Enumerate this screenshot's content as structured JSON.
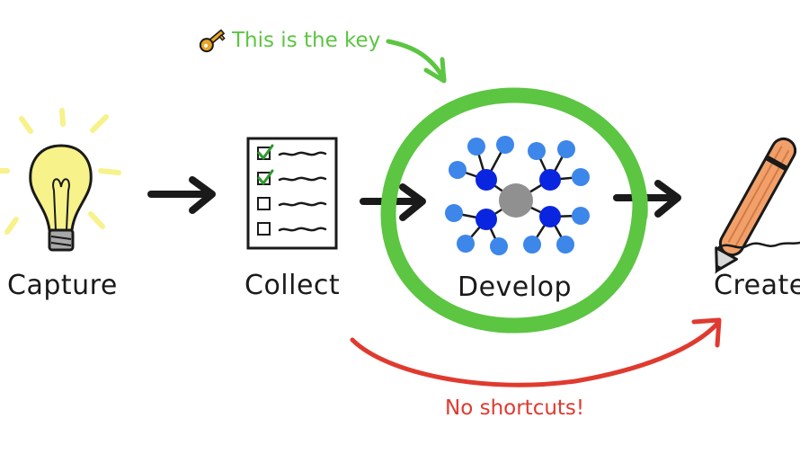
{
  "steps": [
    {
      "label": "Capture",
      "icon": "lightbulb-icon"
    },
    {
      "label": "Collect",
      "icon": "checklist-icon"
    },
    {
      "label": "Develop",
      "icon": "network-icon"
    },
    {
      "label": "Create",
      "icon": "pen-icon"
    }
  ],
  "notes": {
    "key": {
      "text": "This is the key",
      "icon": "key-icon",
      "color": "#5cc542"
    },
    "shortcut": {
      "text": "No shortcuts!",
      "color": "#e03a2f"
    }
  },
  "colors": {
    "ink": "#1a1a1a",
    "highlight_ring": "#5cc542",
    "bulb": "#f7f28a",
    "node_hub": "#909090",
    "node_inner": "#0a25e0",
    "node_outer": "#3d86ea",
    "pen_body": "#f2a06a",
    "check": "#2f9a2f"
  }
}
